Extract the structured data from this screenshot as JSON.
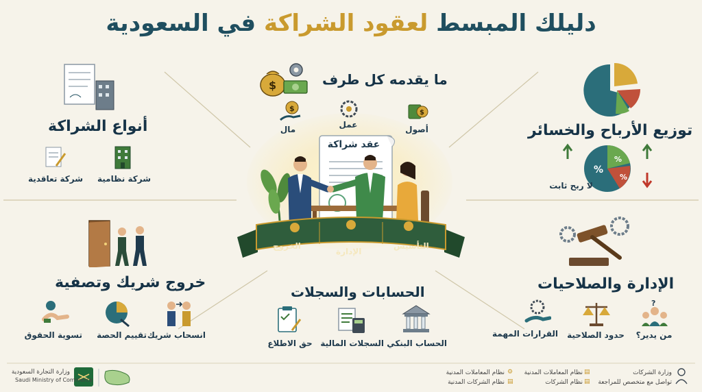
{
  "title": {
    "part1": "دليلك المبسط",
    "part2": "لعقود الشراكة",
    "part3": "في السعودية"
  },
  "center": {
    "heading": "ما يقدمه كل طرف",
    "contributions": [
      "مال",
      "عمل",
      "أصول"
    ],
    "contract_label": "عقد شراكة",
    "banner": [
      "الخروج",
      "الإدارة",
      "التأسيس"
    ]
  },
  "types": {
    "title": "أنواع الشراكة",
    "items": [
      "شركة تعاقدية",
      "شركة نظامية"
    ]
  },
  "profits": {
    "title": "توزيع الأرباح والخسائر",
    "note": "لا ربح ثابت",
    "pct": "%"
  },
  "exit": {
    "title": "خروج شريك وتصفية",
    "items": [
      "تسوية الحقوق",
      "تقييم الحصة",
      "انسحاب شريك"
    ]
  },
  "accounts": {
    "title": "الحسابات والسجلات",
    "items": [
      "حق الاطلاع",
      "السجلات المالية",
      "الحساب البنكي"
    ]
  },
  "management": {
    "title": "الإدارة والصلاحيات",
    "items": [
      "القرارات المهمة",
      "حدود الصلاحية",
      "من يدير؟"
    ]
  },
  "footer": {
    "ministry_ar": "وزارة التجارة السعودية",
    "ministry_en": "Saudi Ministry of Commerce",
    "refs": [
      "نظام المعاملات المدنية",
      "نظام الشركات المدنية",
      "نظام المعاملات المدنية",
      "نظام الشركات"
    ],
    "contact1": "وزارة الشركات",
    "contact2": "تواصل مع متخصص للمراجعة"
  },
  "colors": {
    "navy": "#1f4e5f",
    "gold": "#c99a2e",
    "green": "#3f7a3a",
    "teal": "#2b6e7a",
    "red": "#c0392b"
  }
}
